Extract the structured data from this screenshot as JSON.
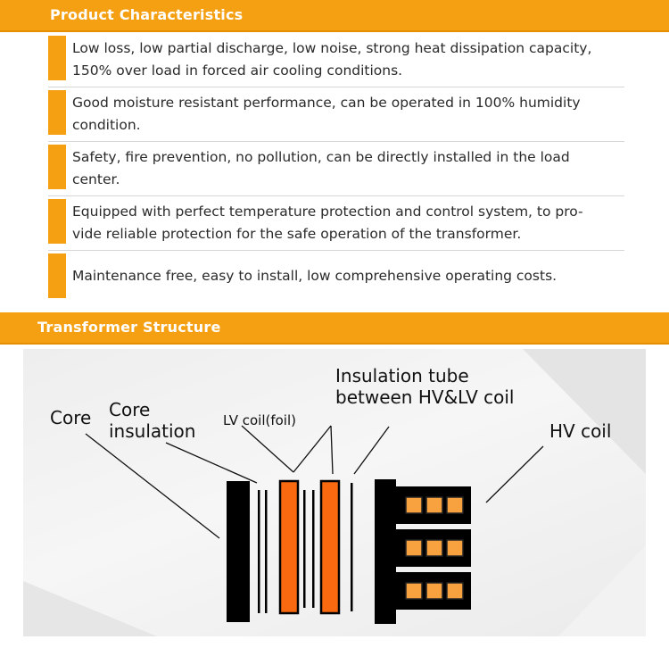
{
  "characteristics": {
    "heading": "Product Characteristics",
    "items": [
      {
        "line1": "Low loss, low partial discharge, low noise, strong heat dissipation capacity,",
        "line2": "150% over load in forced air cooling conditions."
      },
      {
        "line1": "Good moisture resistant performance, can be operated in 100% humidity",
        "line2": "condition."
      },
      {
        "line1": "Safety, fire prevention, no pollution, can be directly installed in the load",
        "line2": "center."
      },
      {
        "line1": "Equipped with perfect temperature protection and control system, to pro-",
        "line2": "vide reliable protection for the safe operation of the transformer."
      },
      {
        "line1": "Maintenance free, easy to install, low comprehensive operating costs.",
        "line2": ""
      }
    ]
  },
  "structure": {
    "heading": "Transformer Structure",
    "labels": {
      "core": "Core",
      "core_insulation_1": "Core",
      "core_insulation_2": "insulation",
      "lv_coil": "LV coil(foil)",
      "insulation_tube_1": "Insulation tube",
      "insulation_tube_2": "between HV&LV coil",
      "hv_coil": "HV coil"
    }
  },
  "colors": {
    "accent": "#f5a012",
    "coil_orange": "#f96a10",
    "hv_square": "#f7a23e"
  }
}
